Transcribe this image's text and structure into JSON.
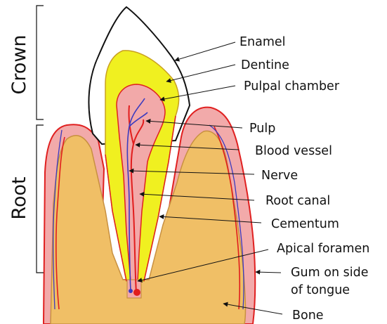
{
  "diagram": {
    "side_labels": {
      "crown": "Crown",
      "root": "Root"
    },
    "labels": [
      {
        "id": "enamel",
        "text": "Enamel"
      },
      {
        "id": "dentine",
        "text": "Dentine"
      },
      {
        "id": "pulpal-chamber",
        "text": "Pulpal chamber"
      },
      {
        "id": "pulp",
        "text": "Pulp"
      },
      {
        "id": "blood-vessel",
        "text": "Blood vessel"
      },
      {
        "id": "nerve",
        "text": "Nerve"
      },
      {
        "id": "root-canal",
        "text": "Root canal"
      },
      {
        "id": "cementum",
        "text": "Cementum"
      },
      {
        "id": "apical-foramen",
        "text": "Apical foramen"
      },
      {
        "id": "gum-line1",
        "text": "Gum on side"
      },
      {
        "id": "gum-line2",
        "text": "of tongue"
      },
      {
        "id": "bone",
        "text": "Bone"
      }
    ],
    "colors": {
      "enamel": "#ffffff",
      "dentine": "#f0f020",
      "pulp": "#f2a9a9",
      "gum": "#f2aaaa",
      "gum_outline": "#e02020",
      "bone": "#f0bf66",
      "bone_outline": "#c89040",
      "blood_vessel": "#e11d1d",
      "nerve": "#3b3bbf"
    }
  }
}
